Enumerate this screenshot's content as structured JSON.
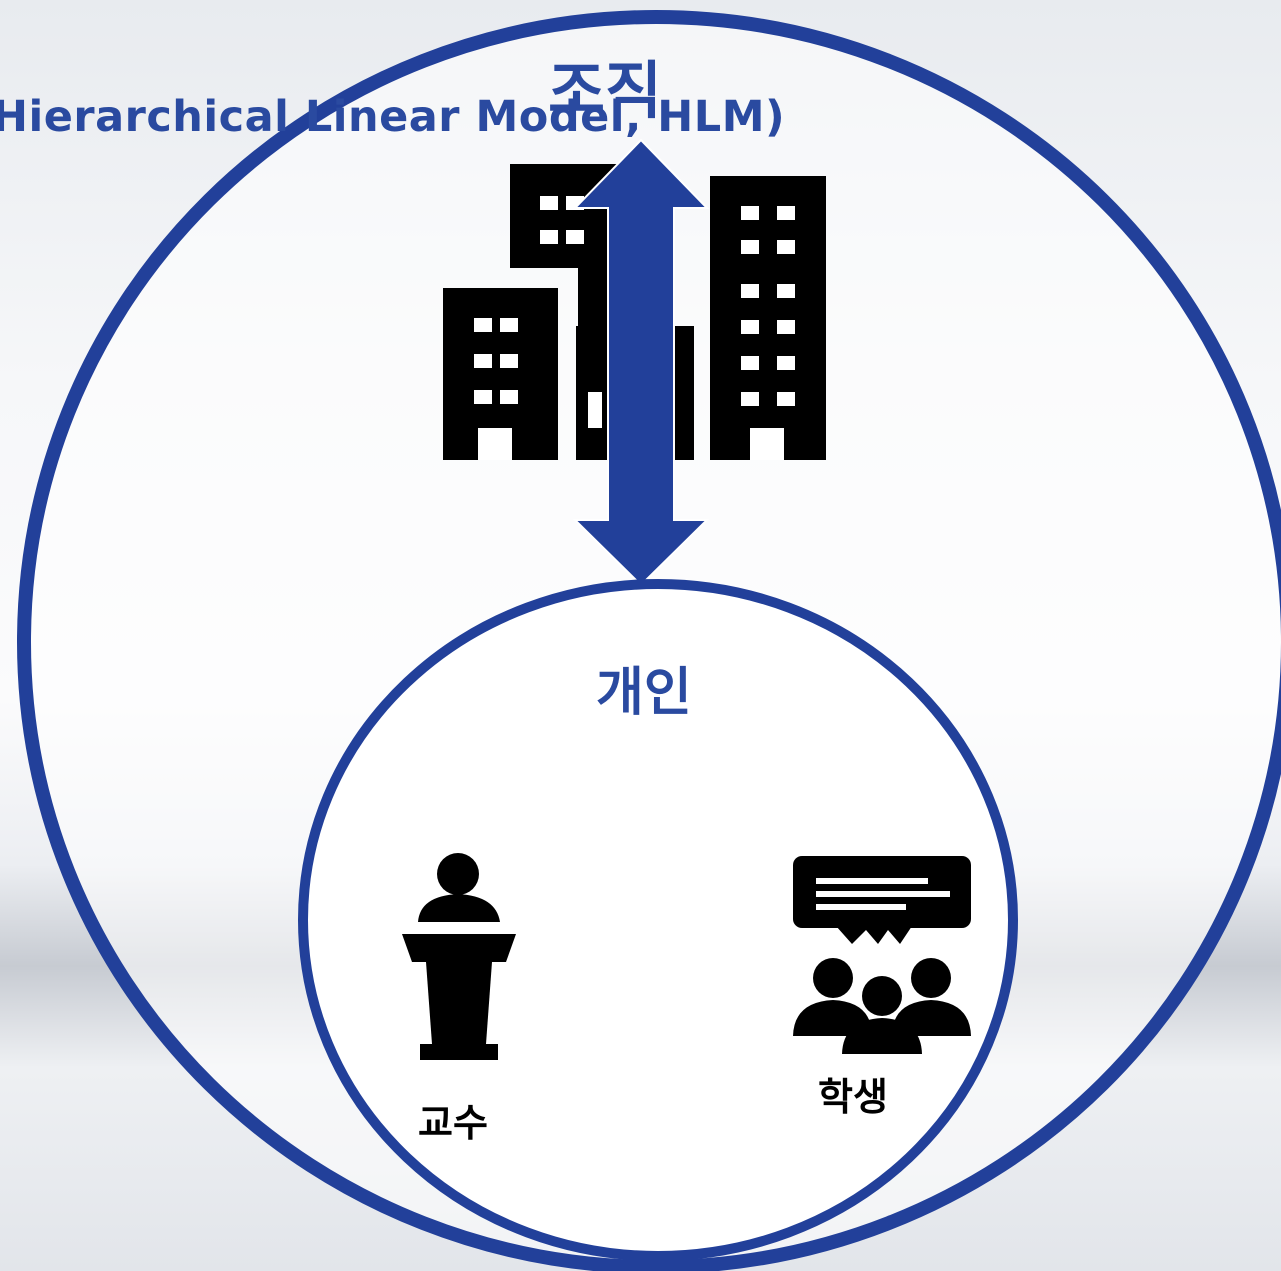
{
  "diagram": {
    "title": "Hierarchical Linear Model, HLM)",
    "outer_level_label": "조직",
    "inner_level_label": "개인",
    "professor_label": "교수",
    "student_label": "학생"
  },
  "icons": {
    "organization": "office-buildings-icon",
    "link": "double-headed-arrow-icon",
    "professor": "lecturer-podium-icon",
    "students": "student-group-speech-icon"
  },
  "colors": {
    "accent": "#22409a",
    "label_blue": "#2a4aa0",
    "icon": "#000000",
    "circle_fill": "#ffffff"
  }
}
